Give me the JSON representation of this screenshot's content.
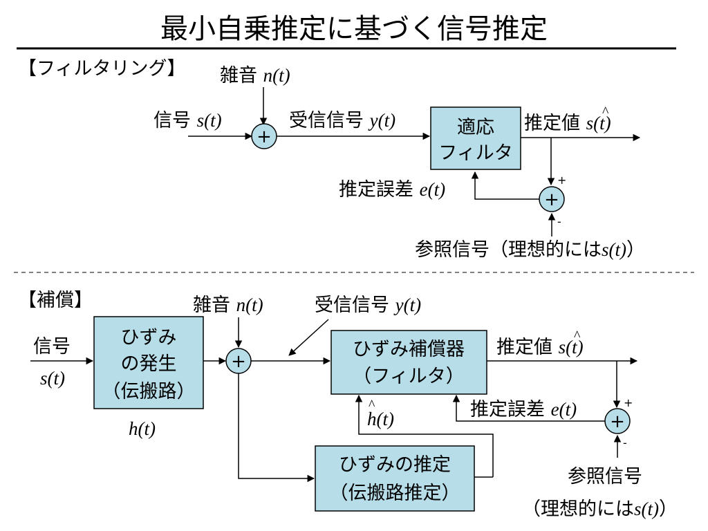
{
  "title": "最小自乗推定に基づく信号推定",
  "colors": {
    "block_fill": "#b7dde8",
    "line": "#000000",
    "dash": "#555555"
  },
  "top": {
    "section_label": "【フィルタリング】",
    "noise": {
      "label": "雑音",
      "symbol": "n(t)"
    },
    "signal": {
      "label": "信号",
      "symbol": "s(t)"
    },
    "received": {
      "label": "受信信号",
      "symbol": "y(t)"
    },
    "sum_symbol": "+",
    "filter_block": {
      "line1": "適応",
      "line2": "フィルタ"
    },
    "estimate": {
      "label": "推定値",
      "symbol": "s(t)",
      "hat": "^"
    },
    "error": {
      "label": "推定誤差",
      "symbol": "e(t)"
    },
    "plus_sign": "+",
    "minus_sign": "-",
    "reference": {
      "label": "参照信号（理想的には",
      "symbol": "s(t)",
      "close": "）"
    }
  },
  "bottom": {
    "section_label": "【補償】",
    "signal": {
      "label": "信号",
      "symbol": "s(t)"
    },
    "distortion_block": {
      "line1": "ひずみ",
      "line2": "の発生",
      "line3": "（伝搬路）"
    },
    "channel_symbol": "h(t)",
    "noise": {
      "label": "雑音",
      "symbol": "n(t)"
    },
    "sum_symbol": "+",
    "received": {
      "label": "受信信号",
      "symbol": "y(t)"
    },
    "compensator_block": {
      "line1": "ひずみ補償器",
      "line2": "（フィルタ）"
    },
    "estimate": {
      "label": "推定値",
      "symbol": "s(t)",
      "hat": "^"
    },
    "error": {
      "label": "推定誤差",
      "symbol": "e(t)"
    },
    "h_estimate": {
      "symbol": "h(t)",
      "hat": "^"
    },
    "plus_sign": "+",
    "minus_sign": "-",
    "estimation_block": {
      "line1": "ひずみの推定",
      "line2": "（伝搬路推定）"
    },
    "reference": {
      "line1": "参照信号",
      "line2": "（理想的には",
      "symbol": "s(t)",
      "close": "）"
    }
  }
}
